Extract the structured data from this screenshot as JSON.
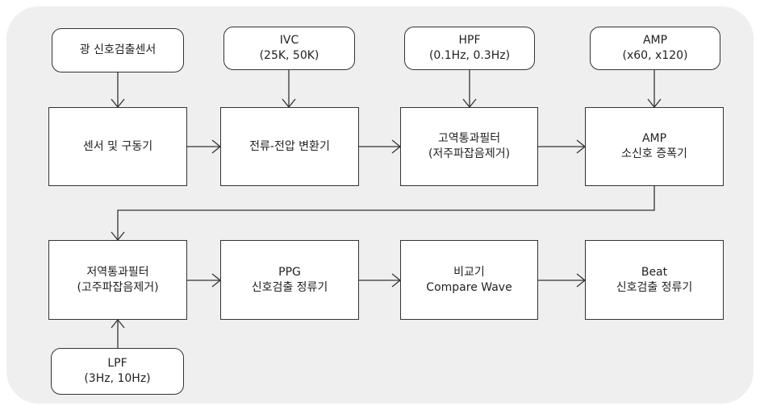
{
  "diagram": {
    "top_params": {
      "optical_sensor": {
        "line1": "광 신호검출센서"
      },
      "ivc": {
        "line1": "IVC",
        "line2": "(25K, 50K)"
      },
      "hpf": {
        "line1": "HPF",
        "line2": "(0.1Hz, 0.3Hz)"
      },
      "amp": {
        "line1": "AMP",
        "line2": "(x60, x120)"
      }
    },
    "row1": {
      "sensor_driver": {
        "line1": "센서 및 구동기"
      },
      "iv_converter": {
        "line1": "전류-전압 변환기"
      },
      "high_pass_filter": {
        "line1": "고역통과필터",
        "line2": "(저주파잡음제거)"
      },
      "amplifier": {
        "line1": "AMP",
        "line2": "소신호 증폭기"
      }
    },
    "row2": {
      "low_pass_filter": {
        "line1": "저역통과필터",
        "line2": "(고주파잡음제거)"
      },
      "ppg_rectifier": {
        "line1": "PPG",
        "line2": "신호검출 정류기"
      },
      "comparator": {
        "line1": "비교기",
        "line2": "Compare Wave"
      },
      "beat_rectifier": {
        "line1": "Beat",
        "line2": "신호검출 정류기"
      }
    },
    "bottom_params": {
      "lpf": {
        "line1": "LPF",
        "line2": "(3Hz, 10Hz)"
      }
    },
    "colors": {
      "panel": "#efefef",
      "box_border": "#333333",
      "box_fill": "#ffffff",
      "arrow": "#333333"
    }
  }
}
